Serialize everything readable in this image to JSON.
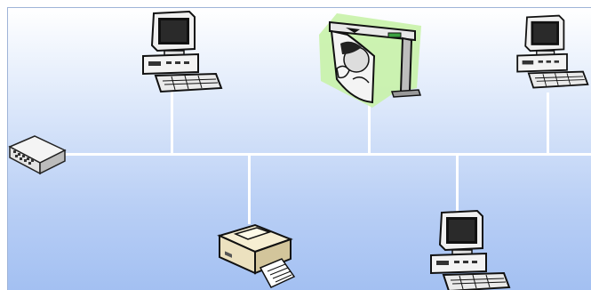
{
  "diagram": {
    "type": "network-bus-topology",
    "devices": [
      {
        "id": "hub",
        "icon": "network-hub-icon"
      },
      {
        "id": "computer-top-left",
        "icon": "desktop-computer-icon"
      },
      {
        "id": "plotter",
        "icon": "plotter-icon"
      },
      {
        "id": "computer-top-right",
        "icon": "desktop-computer-icon"
      },
      {
        "id": "printer",
        "icon": "printer-icon"
      },
      {
        "id": "computer-bottom-right",
        "icon": "desktop-computer-icon"
      }
    ],
    "colors": {
      "background_top": "#ffffff",
      "background_bottom": "#a3c0f2",
      "cable": "#ffffff",
      "plotter_glow": "#c8f2a8"
    }
  }
}
